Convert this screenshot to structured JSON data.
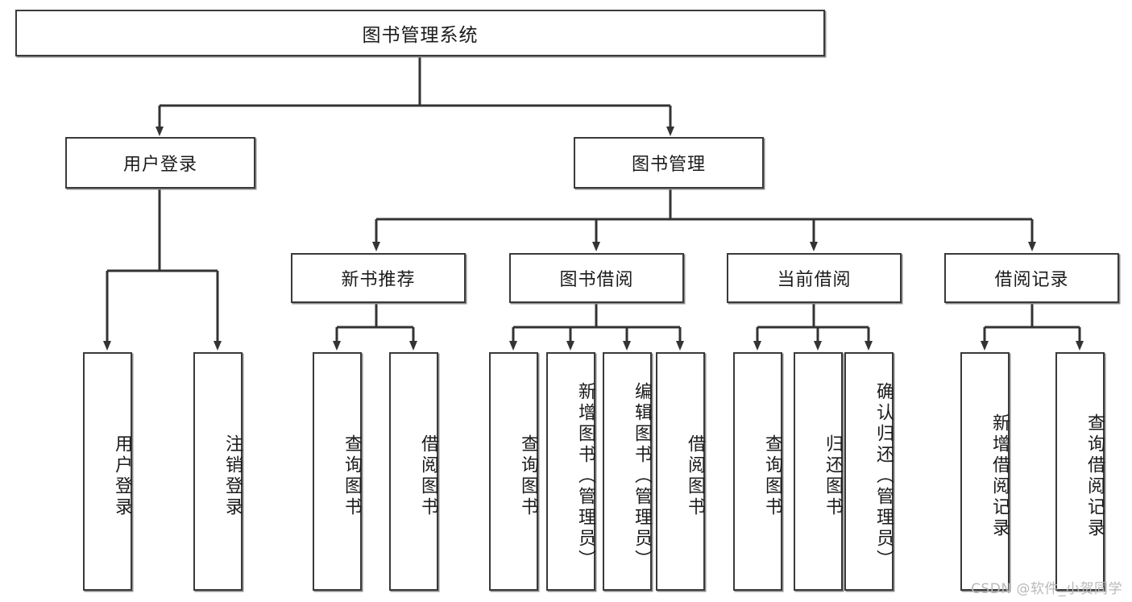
{
  "diagram": {
    "title": "图书管理系统",
    "type": "hierarchy-tree",
    "root": {
      "label": "图书管理系统"
    },
    "level2": [
      {
        "label": "用户登录"
      },
      {
        "label": "图书管理"
      }
    ],
    "level3": [
      {
        "label": "新书推荐"
      },
      {
        "label": "图书借阅"
      },
      {
        "label": "当前借阅"
      },
      {
        "label": "借阅记录"
      }
    ],
    "leaves": {
      "user_login": [
        {
          "label": "用户登录"
        },
        {
          "label": "注销登录"
        }
      ],
      "new_book_recommend": [
        {
          "label": "查询图书"
        },
        {
          "label": "借阅图书"
        }
      ],
      "book_borrow": [
        {
          "label": "查询图书"
        },
        {
          "label": "新增图书（管理员）"
        },
        {
          "label": "编辑图书（管理员）"
        },
        {
          "label": "借阅图书"
        }
      ],
      "current_borrow": [
        {
          "label": "查询图书"
        },
        {
          "label": "归还图书"
        },
        {
          "label": "确认归还（管理员）"
        }
      ],
      "borrow_records": [
        {
          "label": "新增借阅记录"
        },
        {
          "label": "查询借阅记录"
        }
      ]
    }
  },
  "watermark": {
    "text": "CSDN @软件_小贺同学"
  },
  "colors": {
    "node_border": "#3a3a3a",
    "node_fill": "#ffffff",
    "edge": "#333333",
    "text": "#1b1b1b",
    "watermark": "#b9b9b9"
  }
}
